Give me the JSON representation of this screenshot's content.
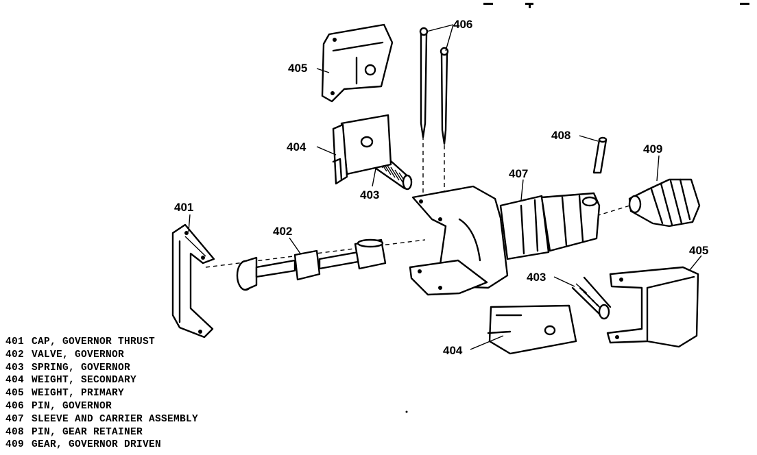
{
  "callouts": {
    "c401": "401",
    "c402": "402",
    "c403a": "403",
    "c403b": "403",
    "c404a": "404",
    "c404b": "404",
    "c405a": "405",
    "c405b": "405",
    "c406": "406",
    "c407": "407",
    "c408": "408",
    "c409": "409"
  },
  "legend": [
    {
      "num": "401",
      "text": "CAP, GOVERNOR THRUST"
    },
    {
      "num": "402",
      "text": "VALVE, GOVERNOR"
    },
    {
      "num": "403",
      "text": "SPRING, GOVERNOR"
    },
    {
      "num": "404",
      "text": "WEIGHT, SECONDARY"
    },
    {
      "num": "405",
      "text": "WEIGHT, PRIMARY"
    },
    {
      "num": "406",
      "text": "PIN, GOVERNOR"
    },
    {
      "num": "407",
      "text": "SLEEVE AND CARRIER ASSEMBLY"
    },
    {
      "num": "408",
      "text": "PIN, GEAR RETAINER"
    },
    {
      "num": "409",
      "text": "GEAR, GOVERNOR DRIVEN"
    }
  ]
}
